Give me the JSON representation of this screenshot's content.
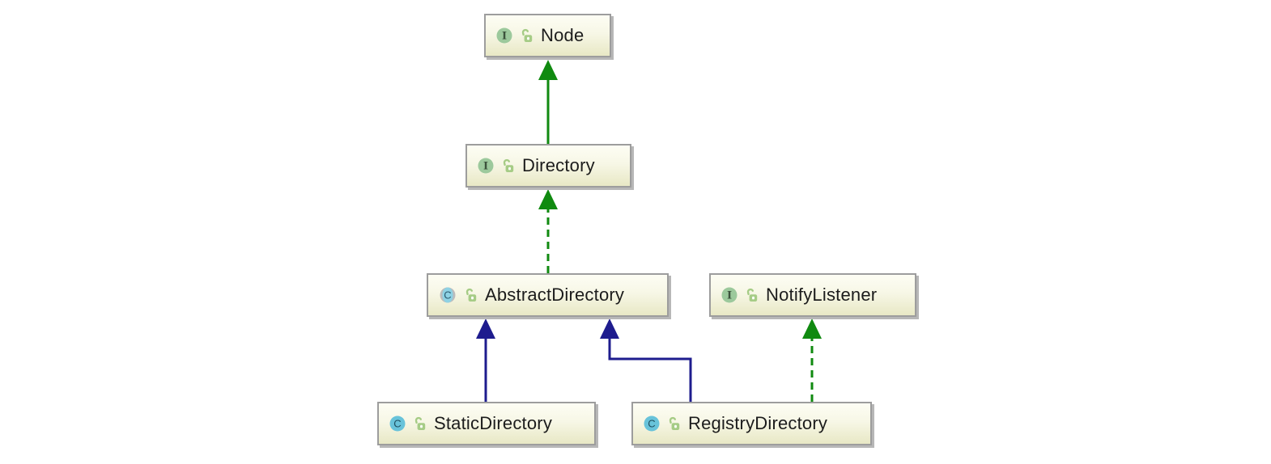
{
  "diagram": {
    "kind": "uml-class-hierarchy",
    "nodes": [
      {
        "id": "node",
        "label": "Node",
        "stereotype": "interface",
        "visibility": "public",
        "icons": [
          "interface-icon",
          "open-lock-icon"
        ]
      },
      {
        "id": "directory",
        "label": "Directory",
        "stereotype": "interface",
        "visibility": "public",
        "icons": [
          "interface-icon",
          "open-lock-icon"
        ]
      },
      {
        "id": "abstract-directory",
        "label": "AbstractDirectory",
        "stereotype": "abstract-class",
        "visibility": "public",
        "icons": [
          "abstract-class-icon",
          "open-lock-icon"
        ]
      },
      {
        "id": "notify-listener",
        "label": "NotifyListener",
        "stereotype": "interface",
        "visibility": "public",
        "icons": [
          "interface-icon",
          "open-lock-icon"
        ]
      },
      {
        "id": "static-directory",
        "label": "StaticDirectory",
        "stereotype": "class",
        "visibility": "public",
        "icons": [
          "class-icon",
          "open-lock-icon"
        ]
      },
      {
        "id": "registry-directory",
        "label": "RegistryDirectory",
        "stereotype": "class",
        "visibility": "public",
        "icons": [
          "class-icon",
          "open-lock-icon"
        ]
      }
    ],
    "edges": [
      {
        "from": "Directory",
        "to": "Node",
        "relation": "extends",
        "line": "solid",
        "color": "#108a10"
      },
      {
        "from": "AbstractDirectory",
        "to": "Directory",
        "relation": "implements",
        "line": "dashed",
        "color": "#108a10"
      },
      {
        "from": "StaticDirectory",
        "to": "AbstractDirectory",
        "relation": "extends",
        "line": "solid",
        "color": "#1e1c8e"
      },
      {
        "from": "RegistryDirectory",
        "to": "AbstractDirectory",
        "relation": "extends",
        "line": "solid",
        "color": "#1e1c8e"
      },
      {
        "from": "RegistryDirectory",
        "to": "NotifyListener",
        "relation": "implements",
        "line": "dashed",
        "color": "#108a10"
      }
    ],
    "icons": {
      "interface": {
        "glyph": "I",
        "circle_color": "#9cc99c",
        "letter_color": "#3c523c"
      },
      "class": {
        "glyph": "C",
        "circle_color": "#68c3da",
        "letter_color": "#1e4e5f"
      },
      "abstract_class": {
        "glyph": "C",
        "circle_color": "#8ed2e4",
        "letter_color": "#2a5a6e",
        "side_color": "#bcbcbc"
      },
      "lock": {
        "color": "#a6cc86"
      }
    },
    "colors": {
      "edge_green": "#108a10",
      "edge_navy": "#1e1c8e",
      "box_fill_top": "#fdfdf4",
      "box_fill_bottom": "#e8e8c5",
      "box_border": "#9d9d9d",
      "box_shadow": "#b7b7b7",
      "label_text": "#1c1c1c",
      "background": "#ffffff"
    }
  }
}
